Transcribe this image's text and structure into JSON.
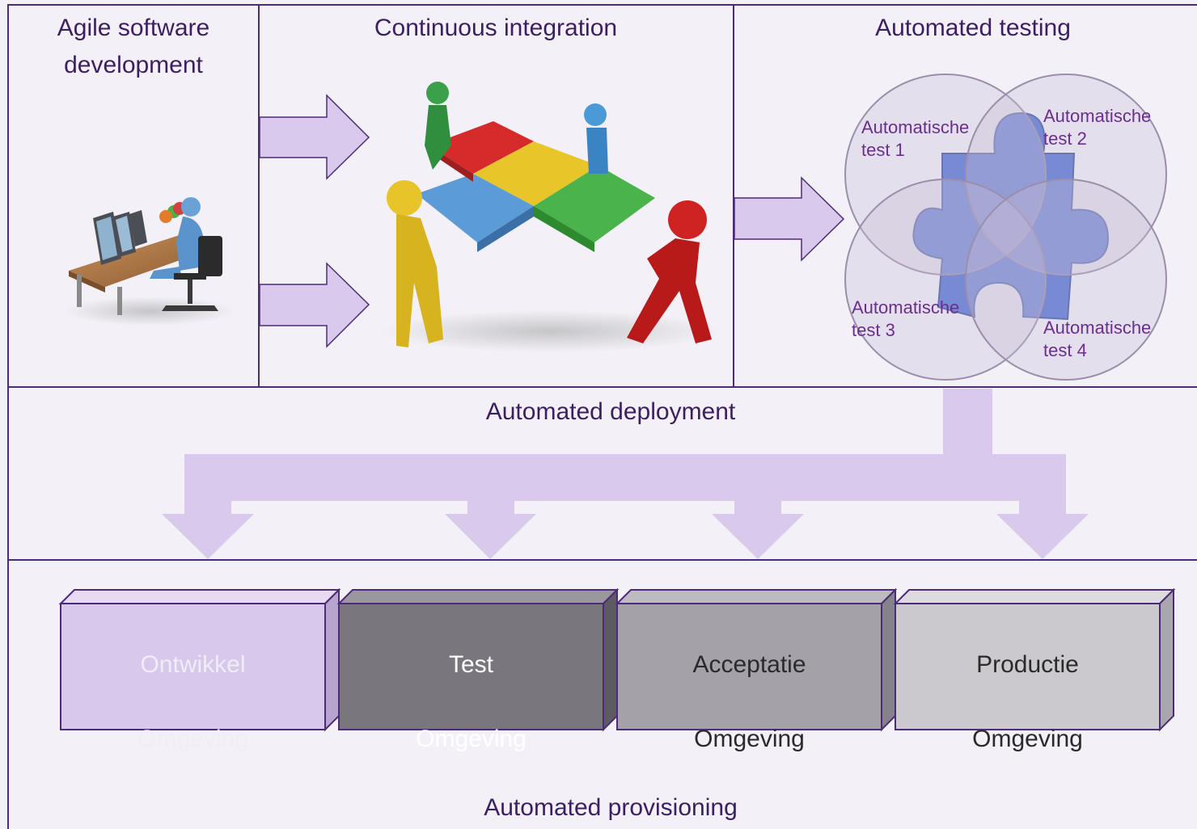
{
  "sections": {
    "agile": "Agile software\ndevelopment",
    "ci": "Continuous integration",
    "testing": "Automated testing",
    "deployment": "Automated deployment",
    "provisioning": "Automated provisioning"
  },
  "tests": [
    {
      "line1": "Automatische",
      "line2": "test 1"
    },
    {
      "line1": "Automatische",
      "line2": "test 2"
    },
    {
      "line1": "Automatische",
      "line2": "test 3"
    },
    {
      "line1": "Automatische",
      "line2": "test 4"
    }
  ],
  "environments": [
    {
      "name": "Ontwikkel",
      "sub": "Omgeving",
      "color": "#d8c8ec",
      "text_color": "#f1ecf7"
    },
    {
      "name": "Test",
      "sub": "Omgeving",
      "color": "#7a767e",
      "text_color": "#ffffff"
    },
    {
      "name": "Acceptatie",
      "sub": "Omgeving",
      "color": "#a4a1a8",
      "text_color": "#2a2a2a"
    },
    {
      "name": "Productie",
      "sub": "Omgeving",
      "color": "#cbc9ce",
      "text_color": "#2a2a2a"
    }
  ],
  "colors": {
    "border": "#4e2a7a",
    "arrow": "#d9c9ec",
    "background": "#f3f1f7"
  }
}
